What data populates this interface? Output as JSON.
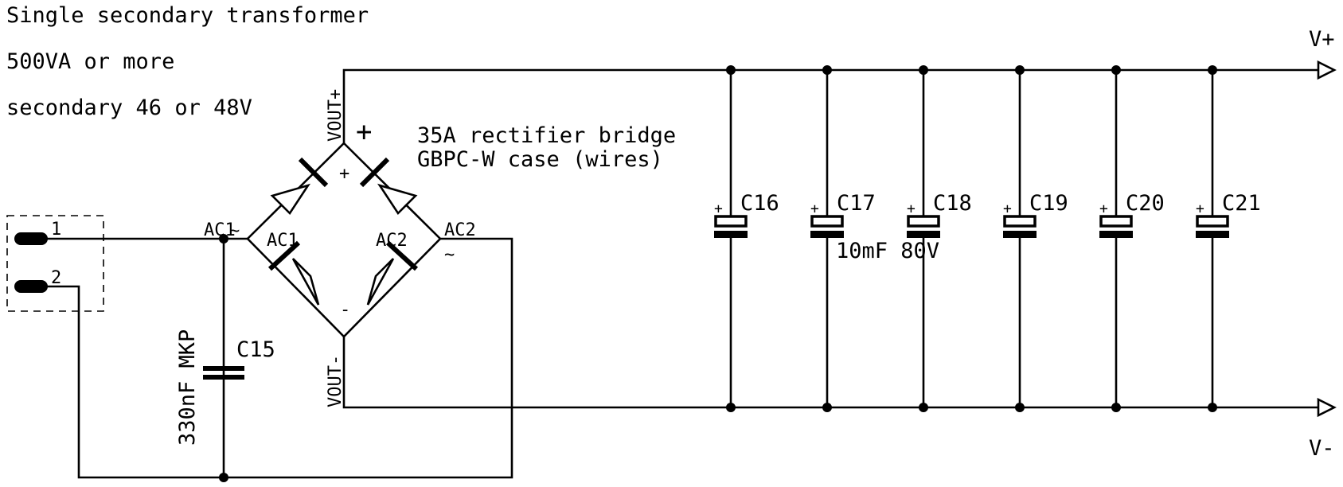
{
  "notes": {
    "line1": "Single secondary transformer",
    "line2": "500VA or more",
    "line3": "secondary 46 or 48V"
  },
  "bridge": {
    "desc1": "35A rectifier bridge",
    "desc2": "GBPC-W case (wires)",
    "pin_vout_plus": "VOUT+",
    "pin_vout_minus": "VOUT-",
    "pin_ac1_outer": "AC1",
    "pin_ac2_outer": "AC2",
    "inner_ac1": "AC1",
    "inner_ac2": "AC2",
    "inner_plus": "+",
    "inner_minus": "-",
    "big_plus": "+",
    "tilde1": "~",
    "tilde2": "~"
  },
  "connector": {
    "pin1": "1",
    "pin2": "2"
  },
  "filter_cap": {
    "name": "C15",
    "value": "330nF MKP"
  },
  "reservoir_caps": {
    "items": [
      "C16",
      "C17",
      "C18",
      "C19",
      "C20",
      "C21"
    ],
    "value": "10mF 80V",
    "plus": "+"
  },
  "outputs": {
    "pos": "V+",
    "neg": "V-"
  }
}
